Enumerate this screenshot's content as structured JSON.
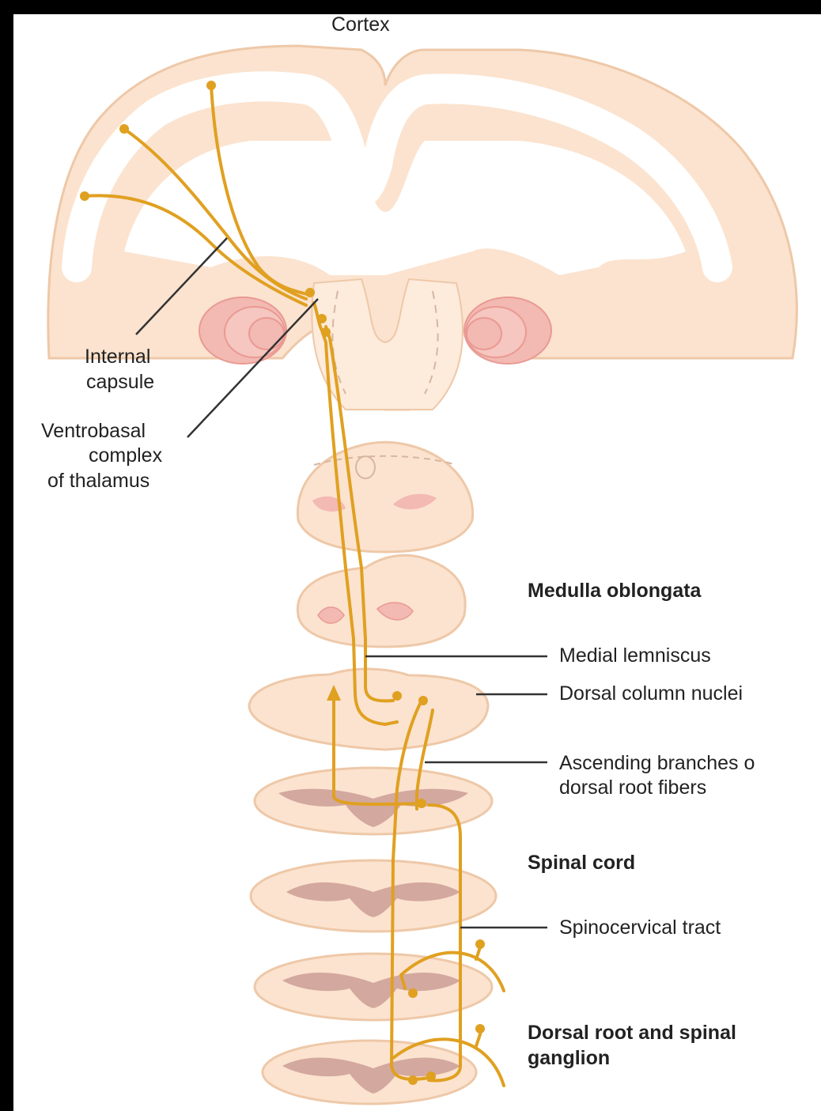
{
  "figure": {
    "colors": {
      "background": "#ffffff",
      "frame": "#000000",
      "tissue": "#fbe3cf",
      "tissue_edge": "#eec8a8",
      "grey_matter": "#d3a89e",
      "nucleus": "#f3b9b3",
      "pathway": "#e0a020",
      "leader": "#333333"
    },
    "labels": {
      "cortex": "Cortex",
      "internal_capsule_1": "Internal",
      "internal_capsule_2": "capsule",
      "ventrobasal_1": "Ventrobasal",
      "ventrobasal_2": "complex",
      "ventrobasal_3": "of thalamus",
      "medulla": "Medulla oblongata",
      "medial_lemniscus": "Medial lemniscus",
      "dorsal_column_nuclei": "Dorsal column nuclei",
      "ascending_1": "Ascending branches o",
      "ascending_2": "dorsal root fibers",
      "spinal_cord": "Spinal cord",
      "spinocervical": "Spinocervical tract",
      "dorsal_root_1": "Dorsal root and spinal",
      "dorsal_root_2": "ganglion"
    }
  }
}
